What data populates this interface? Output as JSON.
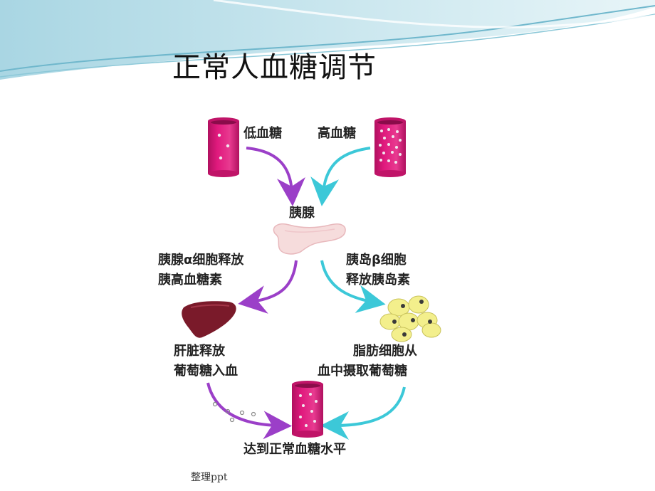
{
  "title": "正常人血糖调节",
  "footer": "整理ppt",
  "labels": {
    "low_sugar": "低血糖",
    "high_sugar": "高血糖",
    "pancreas": "胰腺",
    "alpha_line1": "胰腺α细胞释放",
    "alpha_line2": "胰高血糖素",
    "beta_line1": "胰岛β细胞",
    "beta_line2": "释放胰岛素",
    "liver_line1": "肝脏释放",
    "liver_line2": "葡萄糖入血",
    "fat_line1": "脂肪细胞从",
    "fat_line2": "血中摄取葡萄糖",
    "normal": "达到正常血糖水平"
  },
  "colors": {
    "tube": "#e0197d",
    "tube_dark": "#b01060",
    "arrow_purple": "#9b3fc8",
    "arrow_cyan": "#3cc8d8",
    "pancreas": "#f5d9d9",
    "liver": "#7a1a2a",
    "fat_cell": "#f3ef8c",
    "banner": "#bfe1ea"
  },
  "icons": {
    "low_tube": "blood-vessel-low-icon",
    "high_tube": "blood-vessel-high-icon",
    "pancreas": "pancreas-icon",
    "liver": "liver-icon",
    "fat": "fat-cells-icon",
    "normal_tube": "blood-vessel-normal-icon"
  }
}
